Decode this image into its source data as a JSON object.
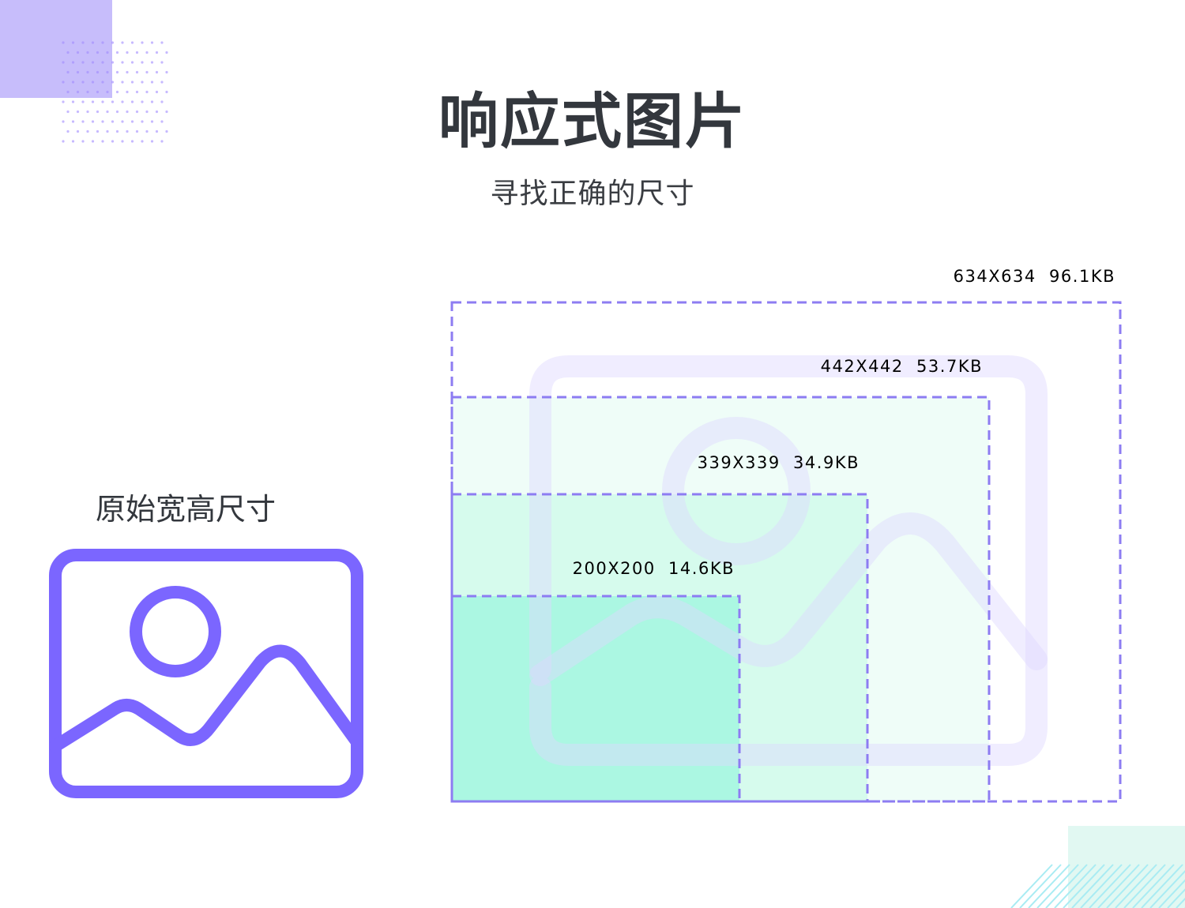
{
  "title": "响应式图片",
  "subtitle": "寻找正确的尺寸",
  "original_label": "原始宽高尺寸",
  "sizes": [
    {
      "label": "634X634  96.1KB"
    },
    {
      "label": "442X442  53.7KB"
    },
    {
      "label": "339X339  34.9KB"
    },
    {
      "label": "200X200  14.6KB"
    }
  ],
  "icons": {
    "original": "image-icon",
    "background": "image-icon"
  },
  "colors": {
    "accent": "#7b66ff",
    "dash": "#8d7cf2",
    "fill_634": "#ffffff",
    "fill_442": "#effdf8",
    "fill_339": "#d6fbed",
    "fill_200": "#abf7e2",
    "title": "#33373d",
    "deco_purple": "#c7bdfb",
    "deco_mint": "#e1f8f2"
  }
}
